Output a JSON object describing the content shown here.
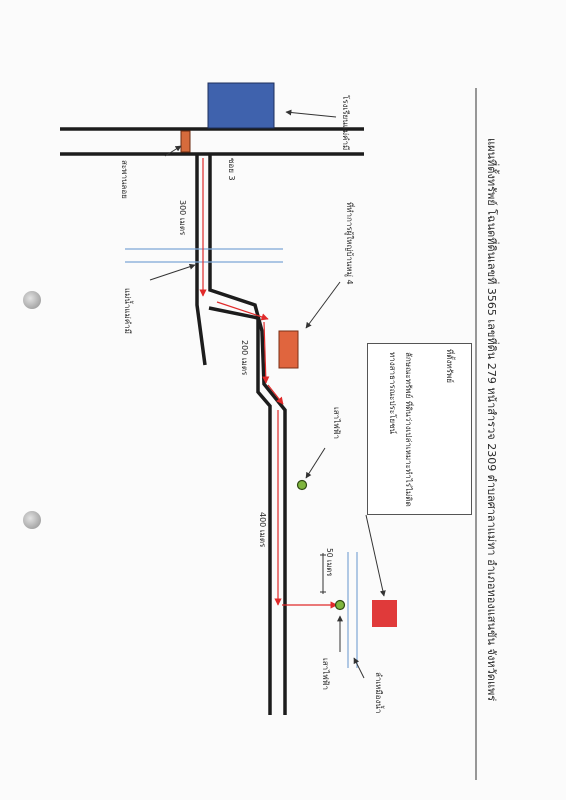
{
  "title": "แผนที่ตั้งทรัพย์  โฉนดที่ดินเลขที่   3565   เลขที่ดิน 279  หน้าสำรวจ 2309   ตำบลศาลาแม่ทา  อำเภอทองแสนขัน  จังหวัดแพร่",
  "property_note": {
    "heading": "ที่ตั้งทรัพย์",
    "line1": "ลักษณะทรัพย์  ที่ดินว่างเปล่าเหมาะทำไร่ไม่ติด",
    "line2": "ทางสาธารณะประโยชน์"
  },
  "labels": {
    "school": "โรงเรียนแม่คำมี",
    "bridge": "สะพานลอย",
    "soi": "ซอย 3",
    "dist1": "300 เมตร",
    "village_office": "ที่ทำการผู้ใหญ่บ้านหมู่ 4",
    "canal1": "แม่น้ำแม่คำมี",
    "dist2": "200 เมตร",
    "pole1": "เสาไฟฟ้า",
    "dist3": "400 เมตร",
    "dist4": "50 เมตร",
    "canal2": "ลำเหมืองน้ำ",
    "pole2": "เสาไฟฟ้า"
  },
  "colors": {
    "road": "#1c1c1c",
    "route_arrow": "#e02a2a",
    "school": "#3f62ad",
    "village_office": "#e0653e",
    "property": "#e03a3a",
    "canal": "#7ea7d6",
    "pole": "#7fb63e"
  }
}
